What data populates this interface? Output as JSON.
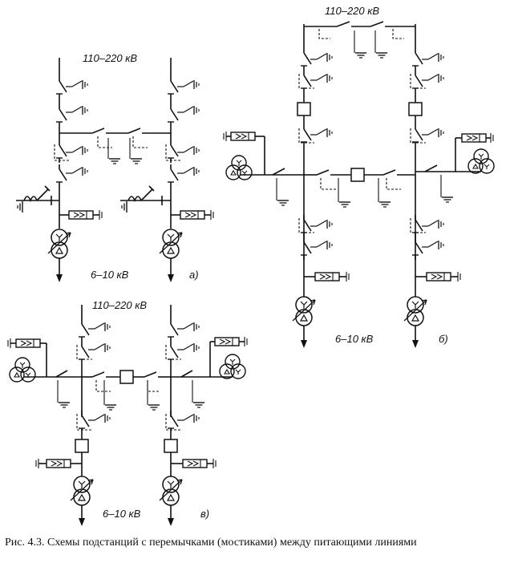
{
  "figure": {
    "caption": "Рис. 4.3. Схемы подстанций с перемычками (мостиками) между питающими линиями",
    "panels": [
      {
        "id": "a",
        "letter": "а)",
        "hv_label": "110–220 кВ",
        "lv_label": "6–10 кВ"
      },
      {
        "id": "b",
        "letter": "б)",
        "hv_label": "110–220 кВ",
        "lv_label": "6–10 кВ"
      },
      {
        "id": "v",
        "letter": "в)",
        "hv_label": "110–220 кВ",
        "lv_label": "6–10 кВ"
      }
    ]
  }
}
